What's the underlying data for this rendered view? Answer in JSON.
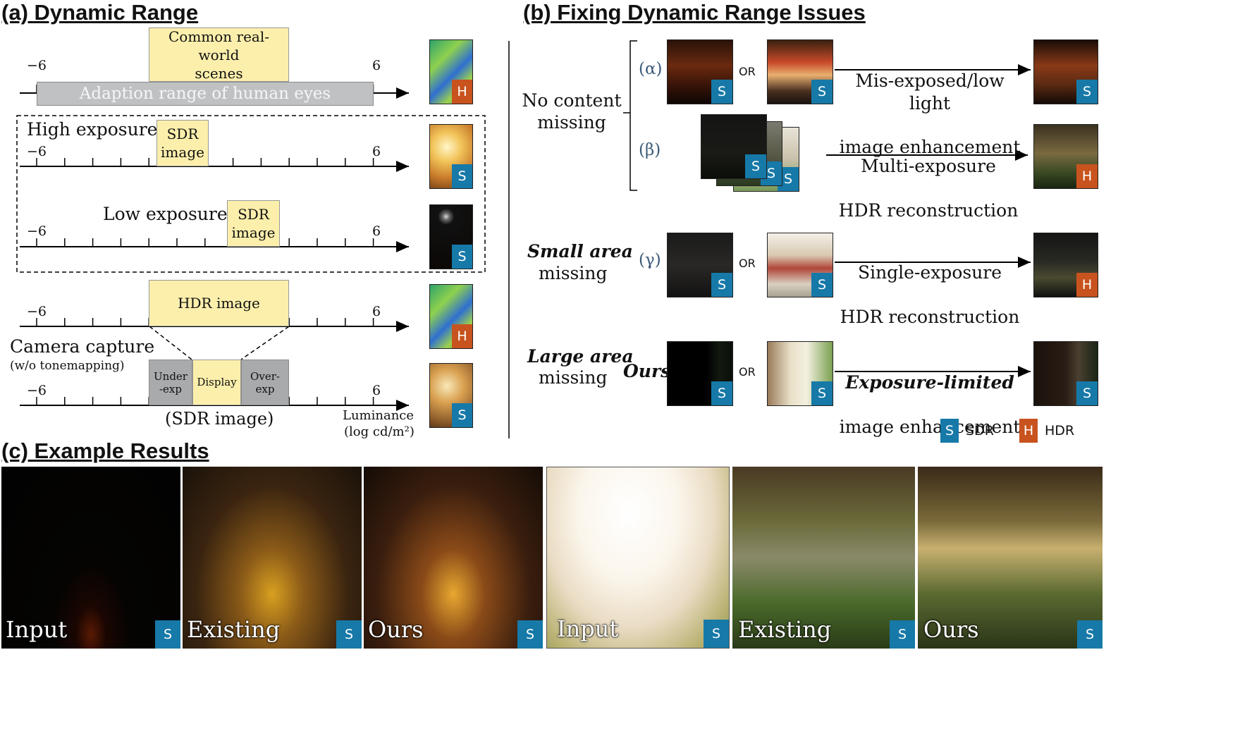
{
  "colors": {
    "sdr_badge": "#1679a8",
    "hdr_badge": "#c8531e",
    "box_yellow": "#fcefac",
    "box_gray": "#a9aaac"
  },
  "section_a": {
    "title": "(a) Dynamic Range",
    "axis_min": "−6",
    "axis_max": "6",
    "row1": {
      "box_label": "Common real-world\nscenes",
      "gray_label": "Adaption range of human eyes"
    },
    "row2": {
      "label": "High exposure",
      "box_label": "SDR\nimage"
    },
    "row3": {
      "label": "Low exposure",
      "box_label": "SDR\nimage"
    },
    "row4": {
      "box_label": "HDR image"
    },
    "row5": {
      "label": "Camera capture",
      "sublabel": "(w/o tonemapping)",
      "under_label": "Under\n-exp",
      "display_label": "Display",
      "over_label": "Over-\nexp",
      "bottom_label": "(SDR image)",
      "axis_title": "Luminance",
      "axis_unit": "(log cd/m²)"
    }
  },
  "section_b": {
    "title": "(b) Fixing Dynamic Range Issues",
    "no_content": "No content\nmissing",
    "small_area": "Small area",
    "large_area": "Large area",
    "missing": "missing",
    "ours": "Ours",
    "alpha": "(α)",
    "beta": "(β)",
    "gamma": "(γ)",
    "or": "OR",
    "arrow1": [
      "Mis-exposed/low light",
      "image enhancement"
    ],
    "arrow2": [
      "Multi-exposure",
      "HDR reconstruction"
    ],
    "arrow3": [
      "Single-exposure",
      "HDR reconstruction"
    ],
    "arrow4": [
      "Exposure-limited",
      "image enhancement"
    ],
    "legend": {
      "s_badge": "S",
      "sdr": "SDR",
      "h_badge": "H",
      "hdr": "HDR"
    }
  },
  "section_c": {
    "title": "(c) Example Results",
    "labels": [
      "Input",
      "Existing",
      "Ours",
      "Input",
      "Existing",
      "Ours"
    ]
  },
  "badges": {
    "s": "S",
    "h": "H"
  }
}
